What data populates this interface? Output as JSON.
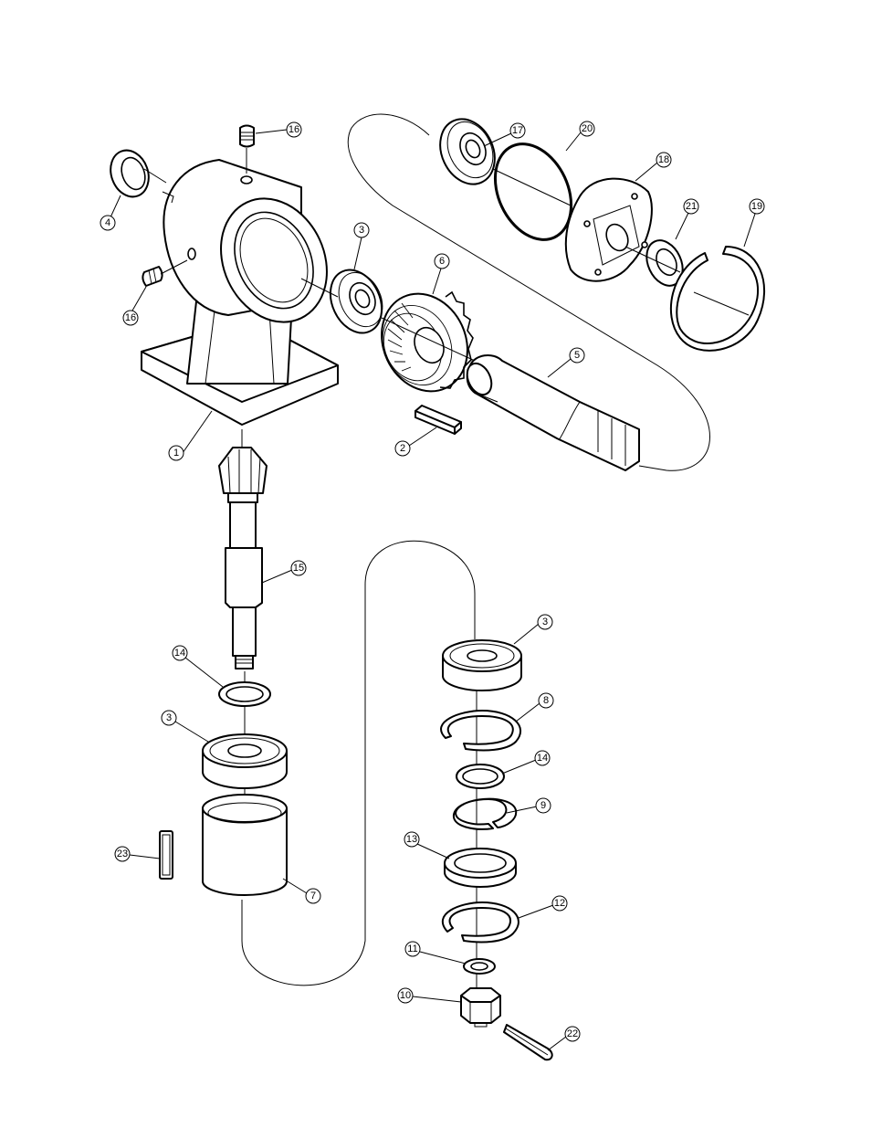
{
  "callouts": [
    {
      "id": "c1",
      "label": "1"
    },
    {
      "id": "c2",
      "label": "2"
    },
    {
      "id": "c3a",
      "label": "3"
    },
    {
      "id": "c3b",
      "label": "3"
    },
    {
      "id": "c3c",
      "label": "3"
    },
    {
      "id": "c4",
      "label": "4"
    },
    {
      "id": "c5",
      "label": "5"
    },
    {
      "id": "c6",
      "label": "6"
    },
    {
      "id": "c7",
      "label": "7"
    },
    {
      "id": "c8",
      "label": "8"
    },
    {
      "id": "c9",
      "label": "9"
    },
    {
      "id": "c10",
      "label": "10"
    },
    {
      "id": "c11",
      "label": "11"
    },
    {
      "id": "c12",
      "label": "12"
    },
    {
      "id": "c13",
      "label": "13"
    },
    {
      "id": "c14a",
      "label": "14"
    },
    {
      "id": "c14b",
      "label": "14"
    },
    {
      "id": "c15",
      "label": "15"
    },
    {
      "id": "c16a",
      "label": "16"
    },
    {
      "id": "c16b",
      "label": "16"
    },
    {
      "id": "c17",
      "label": "17"
    },
    {
      "id": "c18",
      "label": "18"
    },
    {
      "id": "c19",
      "label": "19"
    },
    {
      "id": "c20",
      "label": "20"
    },
    {
      "id": "c21",
      "label": "21"
    },
    {
      "id": "c22",
      "label": "22"
    },
    {
      "id": "c23",
      "label": "23"
    }
  ]
}
